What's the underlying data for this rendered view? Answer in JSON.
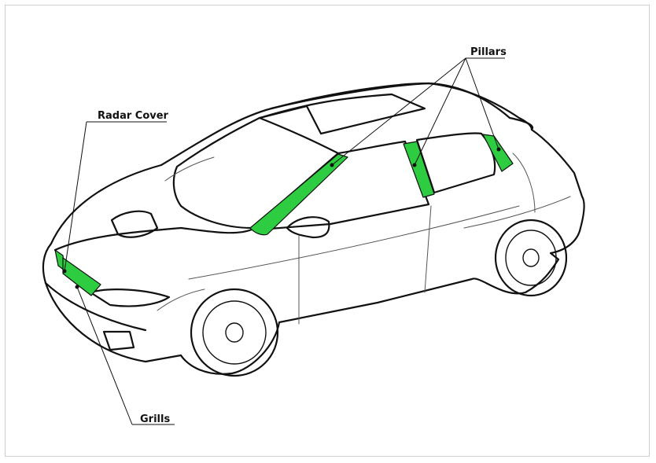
{
  "callouts": {
    "pillars": "Pillars",
    "radar_cover": "Radar Cover",
    "grills": "Grills"
  },
  "colors": {
    "highlight": "#2ecc40",
    "outline": "#111111",
    "detail": "#555555"
  }
}
